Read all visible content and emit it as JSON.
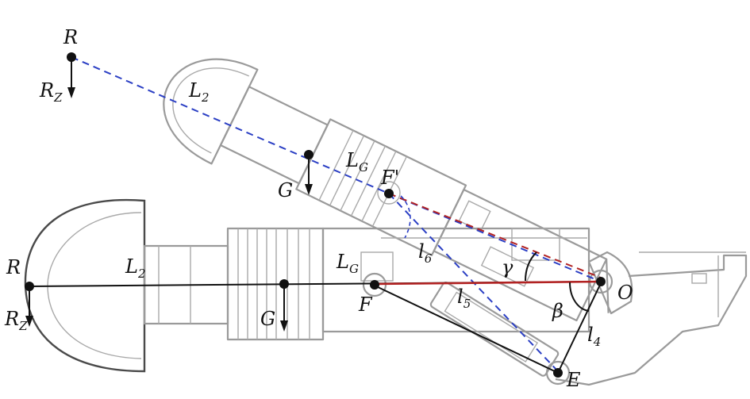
{
  "labels": {
    "R_top": "R",
    "RZ_top_main": "R",
    "RZ_top_sub": "Z",
    "L2_top_main": "L",
    "L2_top_sub": "2",
    "LG_top_main": "L",
    "LG_top_sub": "G",
    "G_top": "G",
    "Fp_top": "F'",
    "R_bottom": "R",
    "RZ_bottom_main": "R",
    "RZ_bottom_sub": "Z",
    "L2_bottom_main": "L",
    "L2_bottom_sub": "2",
    "LG_bottom_main": "L",
    "LG_bottom_sub": "G",
    "G_bottom": "G",
    "F": "F",
    "l6_main": "l",
    "l6_sub": "6",
    "l5_main": "l",
    "l5_sub": "5",
    "l4_main": "l",
    "l4_sub": "4",
    "gamma": "γ",
    "beta": "β",
    "O": "O",
    "E": "E"
  },
  "colors": {
    "raised_line": "#2b3fc4",
    "force_line": "#b22222",
    "solid_line": "#111111",
    "outline": "#9a9a9a"
  }
}
